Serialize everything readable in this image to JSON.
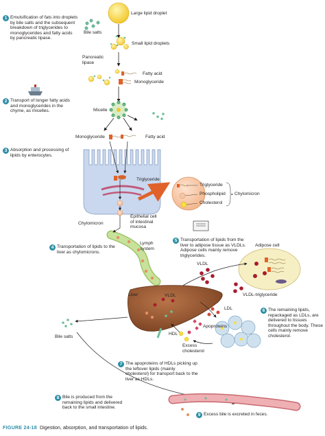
{
  "steps": [
    {
      "num": "1",
      "text": "Emulsification of fats into droplets by bile salts and the subsequent breakdown of triglycerides to monoglycerides and fatty acids by pancreatic lipase."
    },
    {
      "num": "2",
      "text": "Transport of longer fatty acids and monoglycerides in the chyme, as micelles."
    },
    {
      "num": "3",
      "text": "Absorption and processing of lipids by enterocytes."
    },
    {
      "num": "4",
      "text": "Transportation of lipids to the liver as chylomicrons."
    },
    {
      "num": "5",
      "text": "Transportation of lipids from the liver to adipose tissue as VLDLs. Adipose cells mainly remove triglycerides."
    },
    {
      "num": "6",
      "text": "The remaining lipids, repackaged as LDLs, are delivered to tissues throughout the body. These cells mainly remove cholesterol."
    },
    {
      "num": "7",
      "text": "The apoproteins of HDLs picking up the leftover lipids (mainly cholesterol) for transport back to the liver as HDLs."
    },
    {
      "num": "8",
      "text": "Bile is produced from the remaining lipids and delivered back to the small intestine."
    },
    {
      "num": "9",
      "text": "Excess bile is excreted in feces."
    }
  ],
  "labels": {
    "large_droplet": "Large lipid droplet",
    "bile_salts_top": "Bile salts",
    "small_droplets": "Small lipid droplets",
    "pancreatic_lipase": "Pancreatic\nlipase",
    "fatty_acid_1": "Fatty acid",
    "monoglyceride_1": "Monoglyceride",
    "micelle": "Micelle",
    "monoglyceride_2": "Monoglyceride",
    "fatty_acid_2": "Fatty acid",
    "triglyceride_cell": "Triglyceride",
    "triglyceride_cm": "Triglyceride",
    "phospholipid": "Phospholipid",
    "cholesterol": "Cholesterol",
    "chylomicron_right": "Chylomicron",
    "epithelial": "Epithelial cell\nof intestinal\nmucosa",
    "chylomicron_left": "Chylomicron",
    "lymph": "Lymph\nsystem",
    "adipose": "Adipose cell",
    "vldl": "VLDL",
    "vldl_tri": "VLDL-triglyceride",
    "liver": "Liver",
    "vldl_liver": "VLDL",
    "ldl": "LDL",
    "apoproteins": "Apoproteins",
    "hdl": "HDL",
    "excess_chol": "Excess\ncholesterol",
    "bile_salts_bottom": "Bile salts"
  },
  "caption": {
    "fig": "FIGURE 24-18",
    "text": "Digestion, absorption, and transportation of lipids."
  },
  "colors": {
    "teal": "#2e8fa6",
    "lipid": "#f6d64a",
    "liver": "#9a5a34",
    "cell": "#c9d8ee",
    "adipose": "#f6efc4",
    "intestine": "#e9a0a4",
    "lymph": "#b9d88a",
    "vldl": "#a81c2c",
    "arrow_orange": "#e0622a"
  }
}
